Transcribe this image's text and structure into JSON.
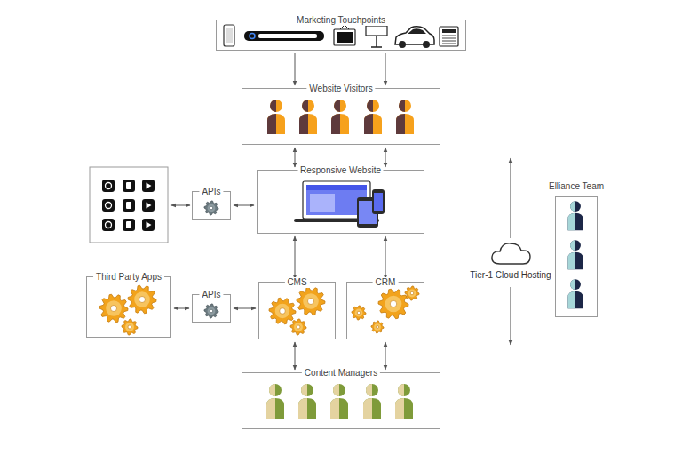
{
  "diagram": {
    "nodes": [
      {
        "text": [
          "Marketing Touchpoints"
        ]
      },
      {
        "text": [
          "Website Visitors"
        ]
      },
      {
        "text": [
          "APIs"
        ]
      },
      {
        "text": [
          "Responsive Website"
        ]
      },
      {
        "text": [
          "Elliance Team"
        ]
      },
      {
        "text": [
          "Third Party Apps"
        ]
      },
      {
        "text": [
          "APIs"
        ]
      },
      {
        "text": [
          "CMS"
        ]
      },
      {
        "text": [
          "CRM"
        ]
      },
      {
        "text": [
          "Content Managers"
        ]
      }
    ],
    "edges": [
      {
        "from": 0,
        "to": 1,
        "arrow": "to"
      },
      {
        "from": 0,
        "to": 1,
        "arrow": "to"
      },
      {
        "from": 1,
        "to": 3,
        "arrow": "both"
      },
      {
        "from": 1,
        "to": 3,
        "arrow": "both"
      },
      {
        "from": 2,
        "to": 3,
        "arrow": "both"
      },
      {
        "from": 3,
        "to": 7,
        "arrow": "both"
      },
      {
        "from": 3,
        "to": 8,
        "arrow": "both"
      },
      {
        "from": 5,
        "to": 6,
        "arrow": "both"
      },
      {
        "from": 6,
        "to": 7,
        "arrow": "both"
      },
      {
        "from": 7,
        "to": 9,
        "arrow": "both"
      },
      {
        "from": 8,
        "to": 9,
        "arrow": "both"
      }
    ],
    "labels": [
      "Tier-1 Cloud Hosting"
    ]
  }
}
